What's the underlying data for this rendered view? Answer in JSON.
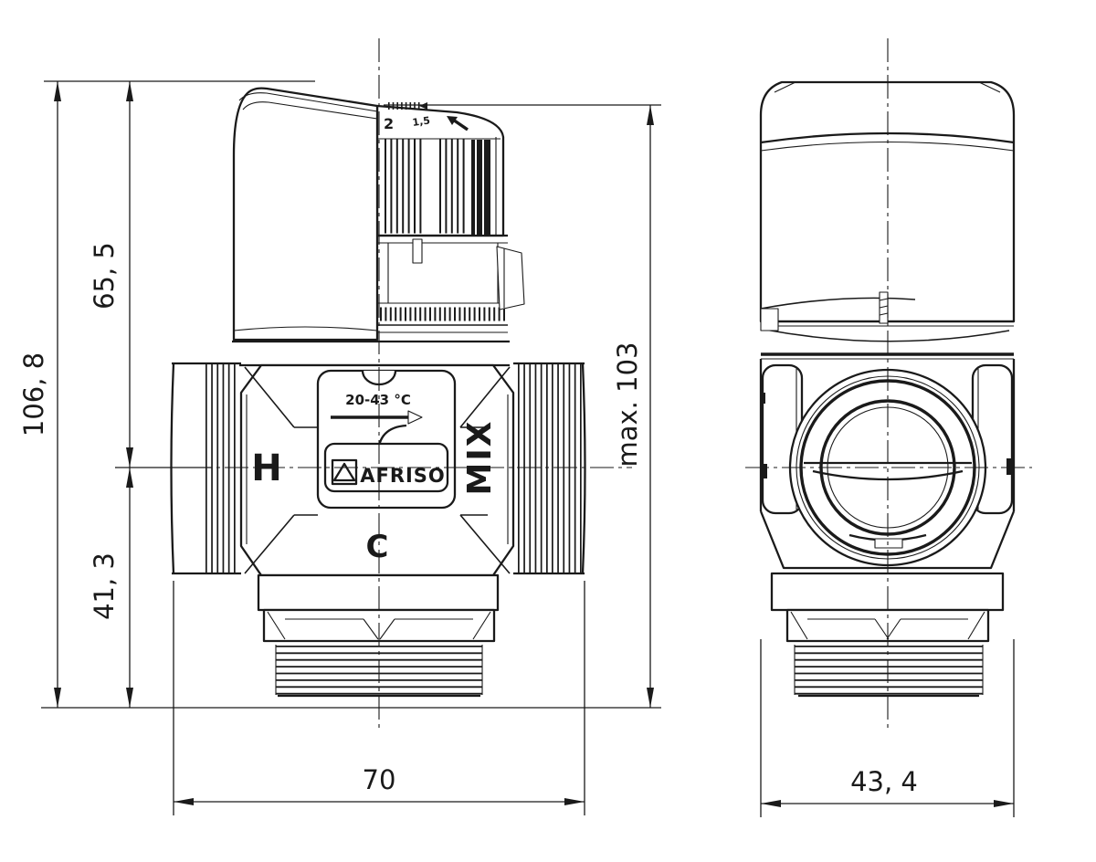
{
  "drawing": {
    "type": "technical dimension drawing",
    "product": "AFRISO thermostatic mixing valve",
    "views": [
      "front view",
      "side view"
    ]
  },
  "labels": {
    "hot": "H",
    "mix": "MIX",
    "cold": "C",
    "brand": "AFRISO",
    "temp": "20-43 °C",
    "scale2": "2",
    "scale15": "1,5"
  },
  "dims": {
    "total": "106, 8",
    "upper": "65, 5",
    "lower": "41, 3",
    "max": "max. 103",
    "width_front": "70",
    "width_side": "43, 4"
  },
  "icons": {
    "flow_arrow": "horizontal arrow with elbow (flow direction)",
    "logo_triangle": "triangle in square (AFRISO logo)",
    "setting_pointer": "diagonal pointer arrow on knob top"
  },
  "colors": {
    "line": "#1a1a1a",
    "background": "#ffffff"
  }
}
